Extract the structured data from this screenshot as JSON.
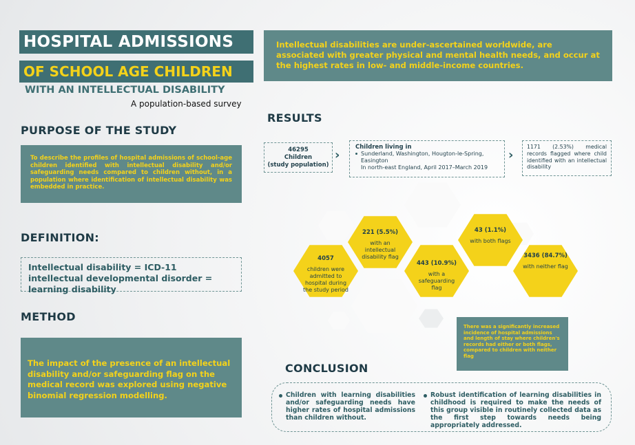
{
  "title": {
    "line1": "HOSPITAL ADMISSIONS",
    "line2": "OF SCHOOL AGE CHILDREN",
    "line3": "WITH AN INTELLECTUAL DISABILITY",
    "subtitle": "A population-based survey"
  },
  "intro": "Intellectual disabilities are under-ascertained worldwide, are associated with greater physical and mental health needs, and occur at the highest rates in low- and middle-income countries.",
  "purpose": {
    "heading": "PURPOSE OF THE STUDY",
    "text": "To describe the profiles of hospital admissions of school-age children identified with intellectual disability and/or safeguarding needs compared to children without, in a population where identification of intellectual disability was embedded in practice."
  },
  "definition": {
    "heading": "DEFINITION:",
    "text": "Intellectual disability = ICD-11 intellectual developmental disorder = learning disability"
  },
  "method": {
    "heading": "METHOD",
    "text": "The impact of the presence of an intellectual disability and/or safeguarding flag on the medical record was explored using negative binomial regression modelling."
  },
  "results": {
    "heading": "RESULTS",
    "population": {
      "number": "46295",
      "label1": "Children",
      "label2": "(study population)"
    },
    "living": {
      "title": "Children living in",
      "places": "Sunderland, Washington, Hougton-le-Spring, Easington",
      "region": "In north-east England, April 2017–March 2019"
    },
    "flagged": "1171 (2.53%) medical records flagged where child identified with an intellectual disability",
    "hexes": [
      {
        "num": "4057",
        "text": "children were admitted to hospital during the study period"
      },
      {
        "num": "221 (5.5%)",
        "text": "with an intellectual disability flag"
      },
      {
        "num": "443 (10.9%)",
        "text": "with a safeguarding flag"
      },
      {
        "num": "43 (1.1%)",
        "text": "with both flags"
      },
      {
        "num": "3436 (84.7%)",
        "text": "with neither flag"
      }
    ],
    "finding": "There was a significantly increased incidence of hospital admissions and length of stay where children's records had either or both flags, compared to children with neither flag"
  },
  "conclusion": {
    "heading": "CONCLUSION",
    "points": [
      "Children with learning disabilities and/or safeguarding needs have higher rates of hospital admissions than children without.",
      "Robust identification of learning disabilities in childhood is required to make the needs of this group visible in routinely collected data as the first step towards needs being appropriately addressed."
    ]
  },
  "colors": {
    "teal": "#3f6f73",
    "panel": "#5f8989",
    "yellow": "#f4d21a",
    "dark": "#1e3a45"
  },
  "icons": [
    "chevron-right-icon",
    "bullet-dot-icon"
  ]
}
